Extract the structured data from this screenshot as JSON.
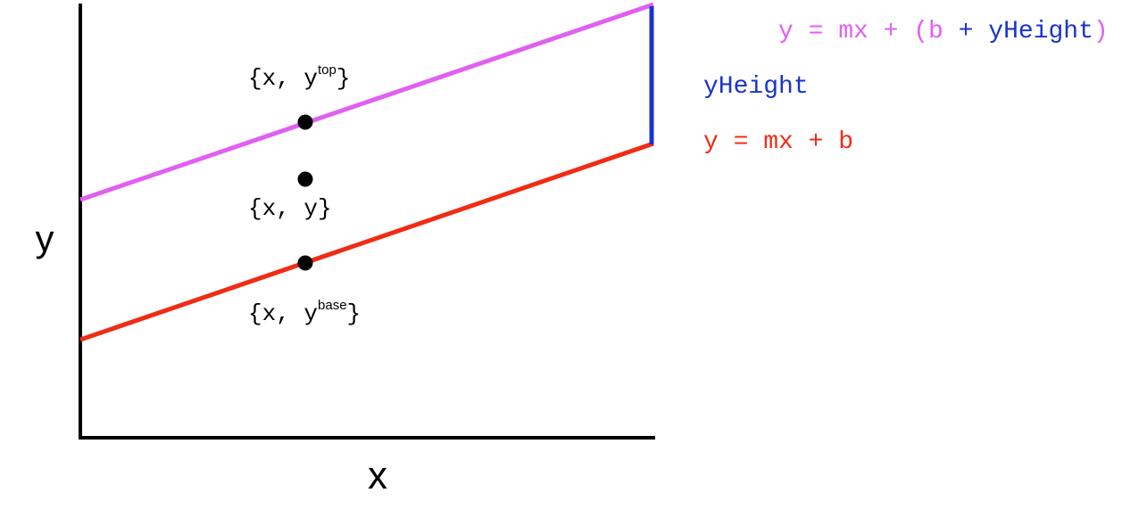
{
  "colors": {
    "top_line": "#e060f0",
    "base_line": "#f02c14",
    "height_line": "#1a33cc",
    "axes": "#000000",
    "point": "#000000"
  },
  "axes": {
    "x_label": "x",
    "y_label": "y"
  },
  "points": {
    "top": {
      "open": "{x, y",
      "sup": "top",
      "close": "}"
    },
    "mid": {
      "text": "{x, y}"
    },
    "base": {
      "open": "{x, y",
      "sup": "base",
      "close": "}"
    }
  },
  "legend": {
    "top_eq_prefix": "y = mx + (b",
    "top_eq_plus": " + ",
    "top_eq_var": "yHeight",
    "top_eq_suffix": ")",
    "height_label": "yHeight",
    "base_eq": "y = mx + b"
  }
}
